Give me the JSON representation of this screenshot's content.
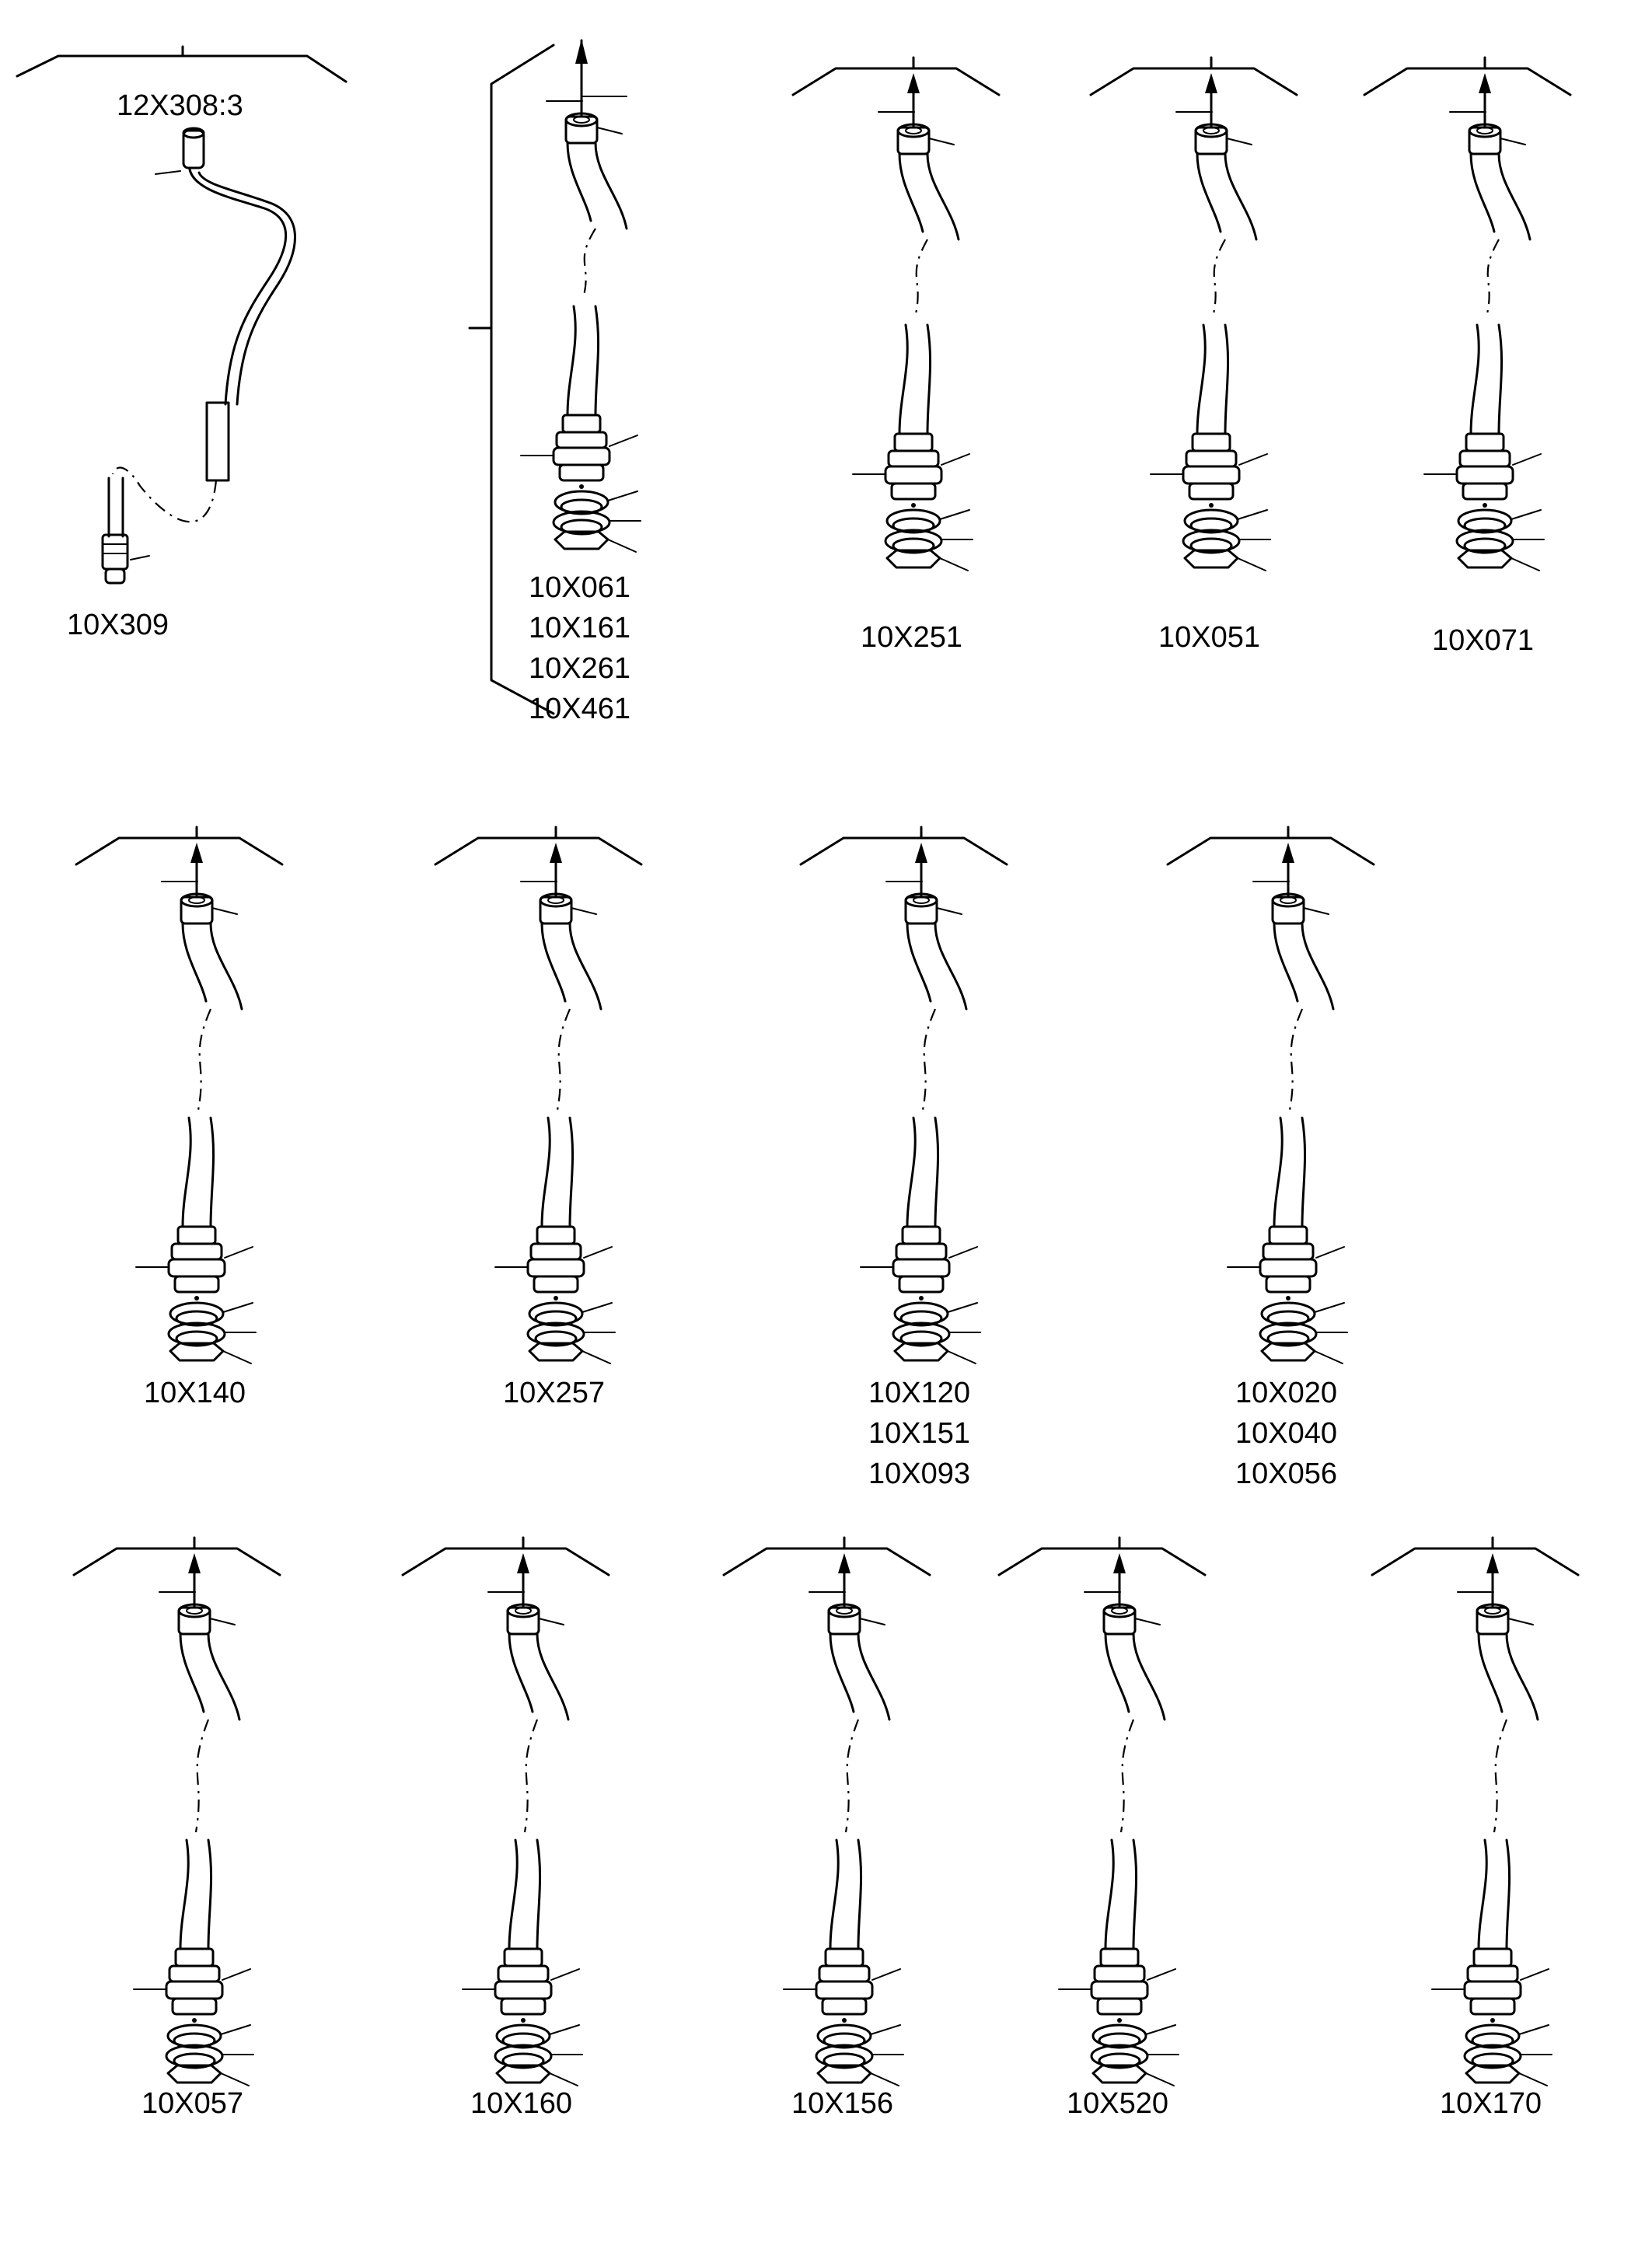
{
  "diagram": {
    "top_connector_label": "12X308:3",
    "components": [
      {
        "labels": [
          "10X309"
        ]
      },
      {
        "labels": [
          "10X061",
          "10X161",
          "10X261",
          "10X461"
        ]
      },
      {
        "labels": [
          "10X251"
        ]
      },
      {
        "labels": [
          "10X051"
        ]
      },
      {
        "labels": [
          "10X071"
        ]
      },
      {
        "labels": [
          "10X140"
        ]
      },
      {
        "labels": [
          "10X257"
        ]
      },
      {
        "labels": [
          "10X120",
          "10X151",
          "10X093"
        ]
      },
      {
        "labels": [
          "10X020",
          "10X040",
          "10X056"
        ]
      },
      {
        "labels": [
          "10X057"
        ]
      },
      {
        "labels": [
          "10X160"
        ]
      },
      {
        "labels": [
          "10X156"
        ]
      },
      {
        "labels": [
          "10X520"
        ]
      },
      {
        "labels": [
          "10X170"
        ]
      }
    ]
  }
}
